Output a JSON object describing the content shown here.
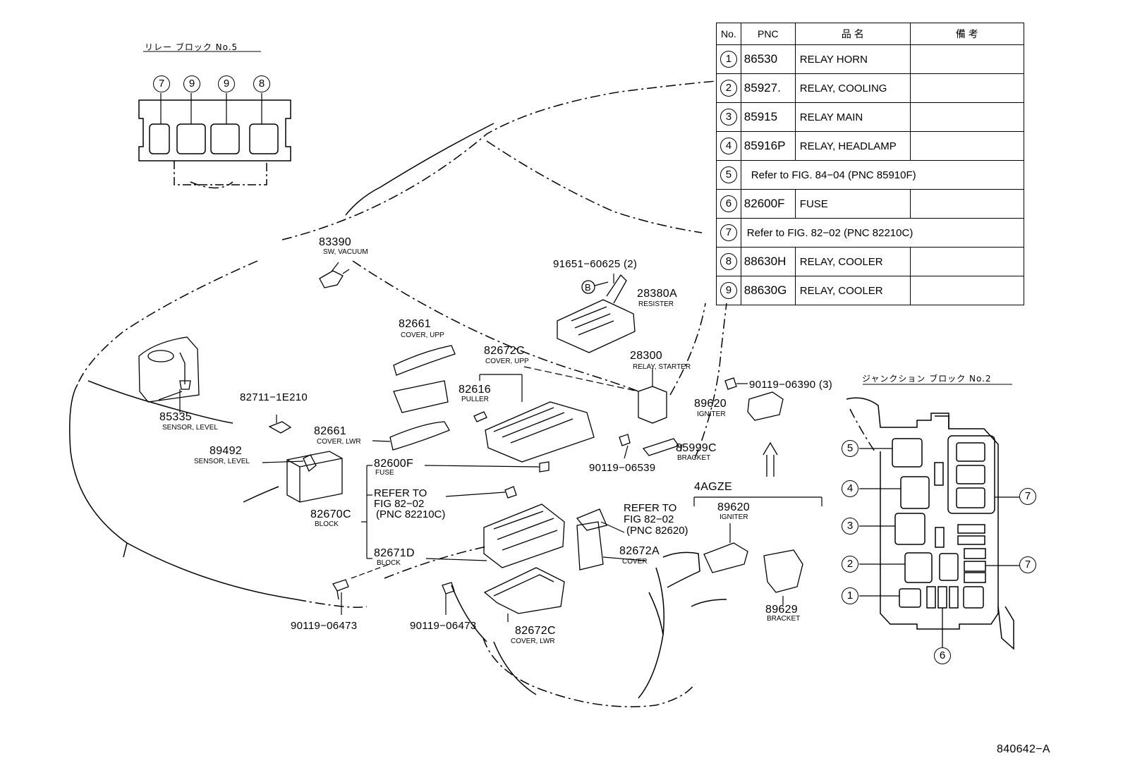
{
  "relay_block_title": "リレー ブロック No.5",
  "junction_block_title": "ジャンクション ブロック No.2",
  "figure_code": "840642−A",
  "relay_block_positions": [
    "7",
    "9",
    "9",
    "8"
  ],
  "junction_positions": {
    "p5": "5",
    "p4": "4",
    "p3": "3",
    "p2": "2",
    "p1": "1",
    "p7a": "7",
    "p7b": "7",
    "p6": "6"
  },
  "table": {
    "headers": {
      "no": "No.",
      "pnc": "PNC",
      "name": "品  名",
      "note": "備  考"
    },
    "rows": [
      {
        "no": "1",
        "pnc": "86530",
        "name": "RELAY  HORN",
        "note": ""
      },
      {
        "no": "2",
        "pnc": "85927.",
        "name": "RELAY, COOLING",
        "note": ""
      },
      {
        "no": "3",
        "pnc": "85915",
        "name": "RELAY  MAIN",
        "note": ""
      },
      {
        "no": "4",
        "pnc": "85916P",
        "name": "RELAY, HEADLAMP",
        "note": ""
      },
      {
        "no": "5",
        "ref": "Refer to FIG. 84−04 (PNC 85910F)"
      },
      {
        "no": "6",
        "pnc": "82600F",
        "name": "FUSE",
        "note": ""
      },
      {
        "no": "7",
        "ref": "Refer to FIG. 82−02 (PNC 82210C)"
      },
      {
        "no": "8",
        "pnc": "88630H",
        "name": "RELAY, COOLER",
        "note": ""
      },
      {
        "no": "9",
        "pnc": "88630G",
        "name": "RELAY, COOLER",
        "note": ""
      }
    ]
  },
  "callouts": {
    "c83390": {
      "pnc": "83390",
      "desc": "SW, VACUUM"
    },
    "c85335": {
      "pnc": "85335",
      "desc": "SENSOR, LEVEL"
    },
    "c82711": {
      "pnc": "82711−1E210"
    },
    "c89492": {
      "pnc": "89492",
      "desc": "SENSOR, LEVEL"
    },
    "c82661u": {
      "pnc": "82661",
      "desc": "COVER, UPP"
    },
    "c82661l": {
      "pnc": "82661",
      "desc": "COVER, LWR"
    },
    "c82672cu": {
      "pnc": "82672C",
      "desc": "COVER, UPP"
    },
    "c82616": {
      "pnc": "82616",
      "desc": "PULLER"
    },
    "c82600f": {
      "pnc": "82600F",
      "desc": "FUSE"
    },
    "c_ref1": {
      "line1": "REFER TO",
      "line2": "FIG 82−02",
      "line3": "(PNC 82210C)"
    },
    "c82670c": {
      "pnc": "82670C",
      "desc": "BLOCK"
    },
    "c82671d": {
      "pnc": "82671D",
      "desc": "BLOCK"
    },
    "c_ref2": {
      "line1": "REFER TO",
      "line2": "FIG 82−02",
      "line3": "(PNC 82620)"
    },
    "c82672a": {
      "pnc": "82672A",
      "desc": "COVER"
    },
    "c82672cl": {
      "pnc": "82672C",
      "desc": "COVER, LWR"
    },
    "c90119a": {
      "pnc": "90119−06473"
    },
    "c90119b": {
      "pnc": "90119−06473"
    },
    "c91651": {
      "pnc": "91651−60625 (2)",
      "marker": "B"
    },
    "c28380a": {
      "pnc": "28380A",
      "desc": "RESISTER"
    },
    "c28300": {
      "pnc": "28300",
      "desc": "RELAY, STARTER"
    },
    "c90119c": {
      "pnc": "90119−06539"
    },
    "c85999c": {
      "pnc": "85999C",
      "desc": "BRACKET"
    },
    "c90119d": {
      "pnc": "90119−06390 (3)"
    },
    "c89620a": {
      "pnc": "89620",
      "desc": "IGNITER"
    },
    "c4agze": {
      "text": "4AGZE"
    },
    "c89620b": {
      "pnc": "89620",
      "desc": "IGNITER"
    },
    "c89629": {
      "pnc": "89629",
      "desc": "BRACKET"
    }
  }
}
